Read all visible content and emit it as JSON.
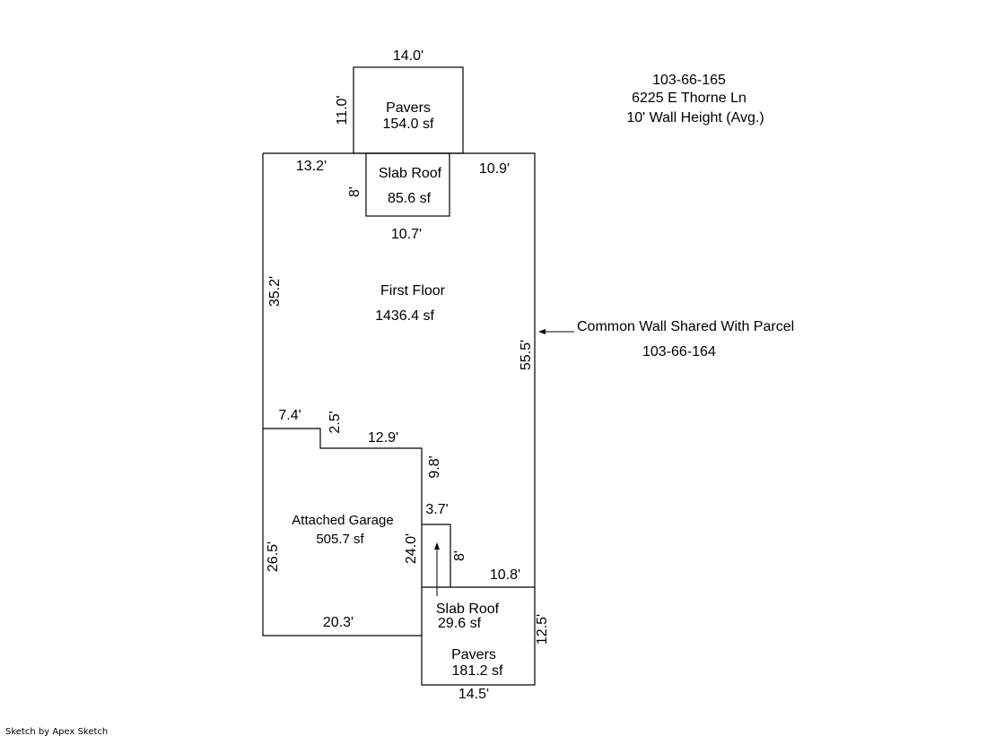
{
  "header": {
    "parcel_id": "103-66-165",
    "address": "6225 E Thorne Ln",
    "wall_height": "10' Wall Height (Avg.)"
  },
  "areas": {
    "pavers_top": {
      "name": "Pavers",
      "area": "154.0 sf"
    },
    "slab_roof_top": {
      "name": "Slab Roof",
      "area": "85.6 sf"
    },
    "first_floor": {
      "name": "First Floor",
      "area": "1436.4 sf"
    },
    "garage": {
      "name": "Attached Garage",
      "area": "505.7 sf"
    },
    "slab_roof_bottom": {
      "name": "Slab Roof",
      "area": "29.6 sf"
    },
    "pavers_bottom": {
      "name": "Pavers",
      "area": "181.2 sf"
    }
  },
  "dimensions": {
    "pavers_top_width": "14.0'",
    "pavers_top_height": "11.0'",
    "ff_top_left": "13.2'",
    "ff_top_right": "10.9'",
    "slab_top_depth": "8'",
    "slab_top_width": "10.7'",
    "ff_left": "35.2'",
    "ff_right": "55.5'",
    "garage_step_top": "7.4'",
    "garage_step_drop": "2.5'",
    "garage_top": "12.9'",
    "garage_right_upper": "9.8'",
    "notch_width": "3.7'",
    "garage_right": "24.0'",
    "notch_depth": "8'",
    "garage_left": "26.5'",
    "garage_bottom": "20.3'",
    "pavers_bottom_top": "10.8'",
    "pavers_bottom_right": "12.5'",
    "pavers_bottom_width": "14.5'"
  },
  "common_wall": {
    "note": "Common Wall Shared With Parcel",
    "parcel": "103-66-164"
  },
  "footer": {
    "credit": "Sketch by Apex Sketch"
  }
}
